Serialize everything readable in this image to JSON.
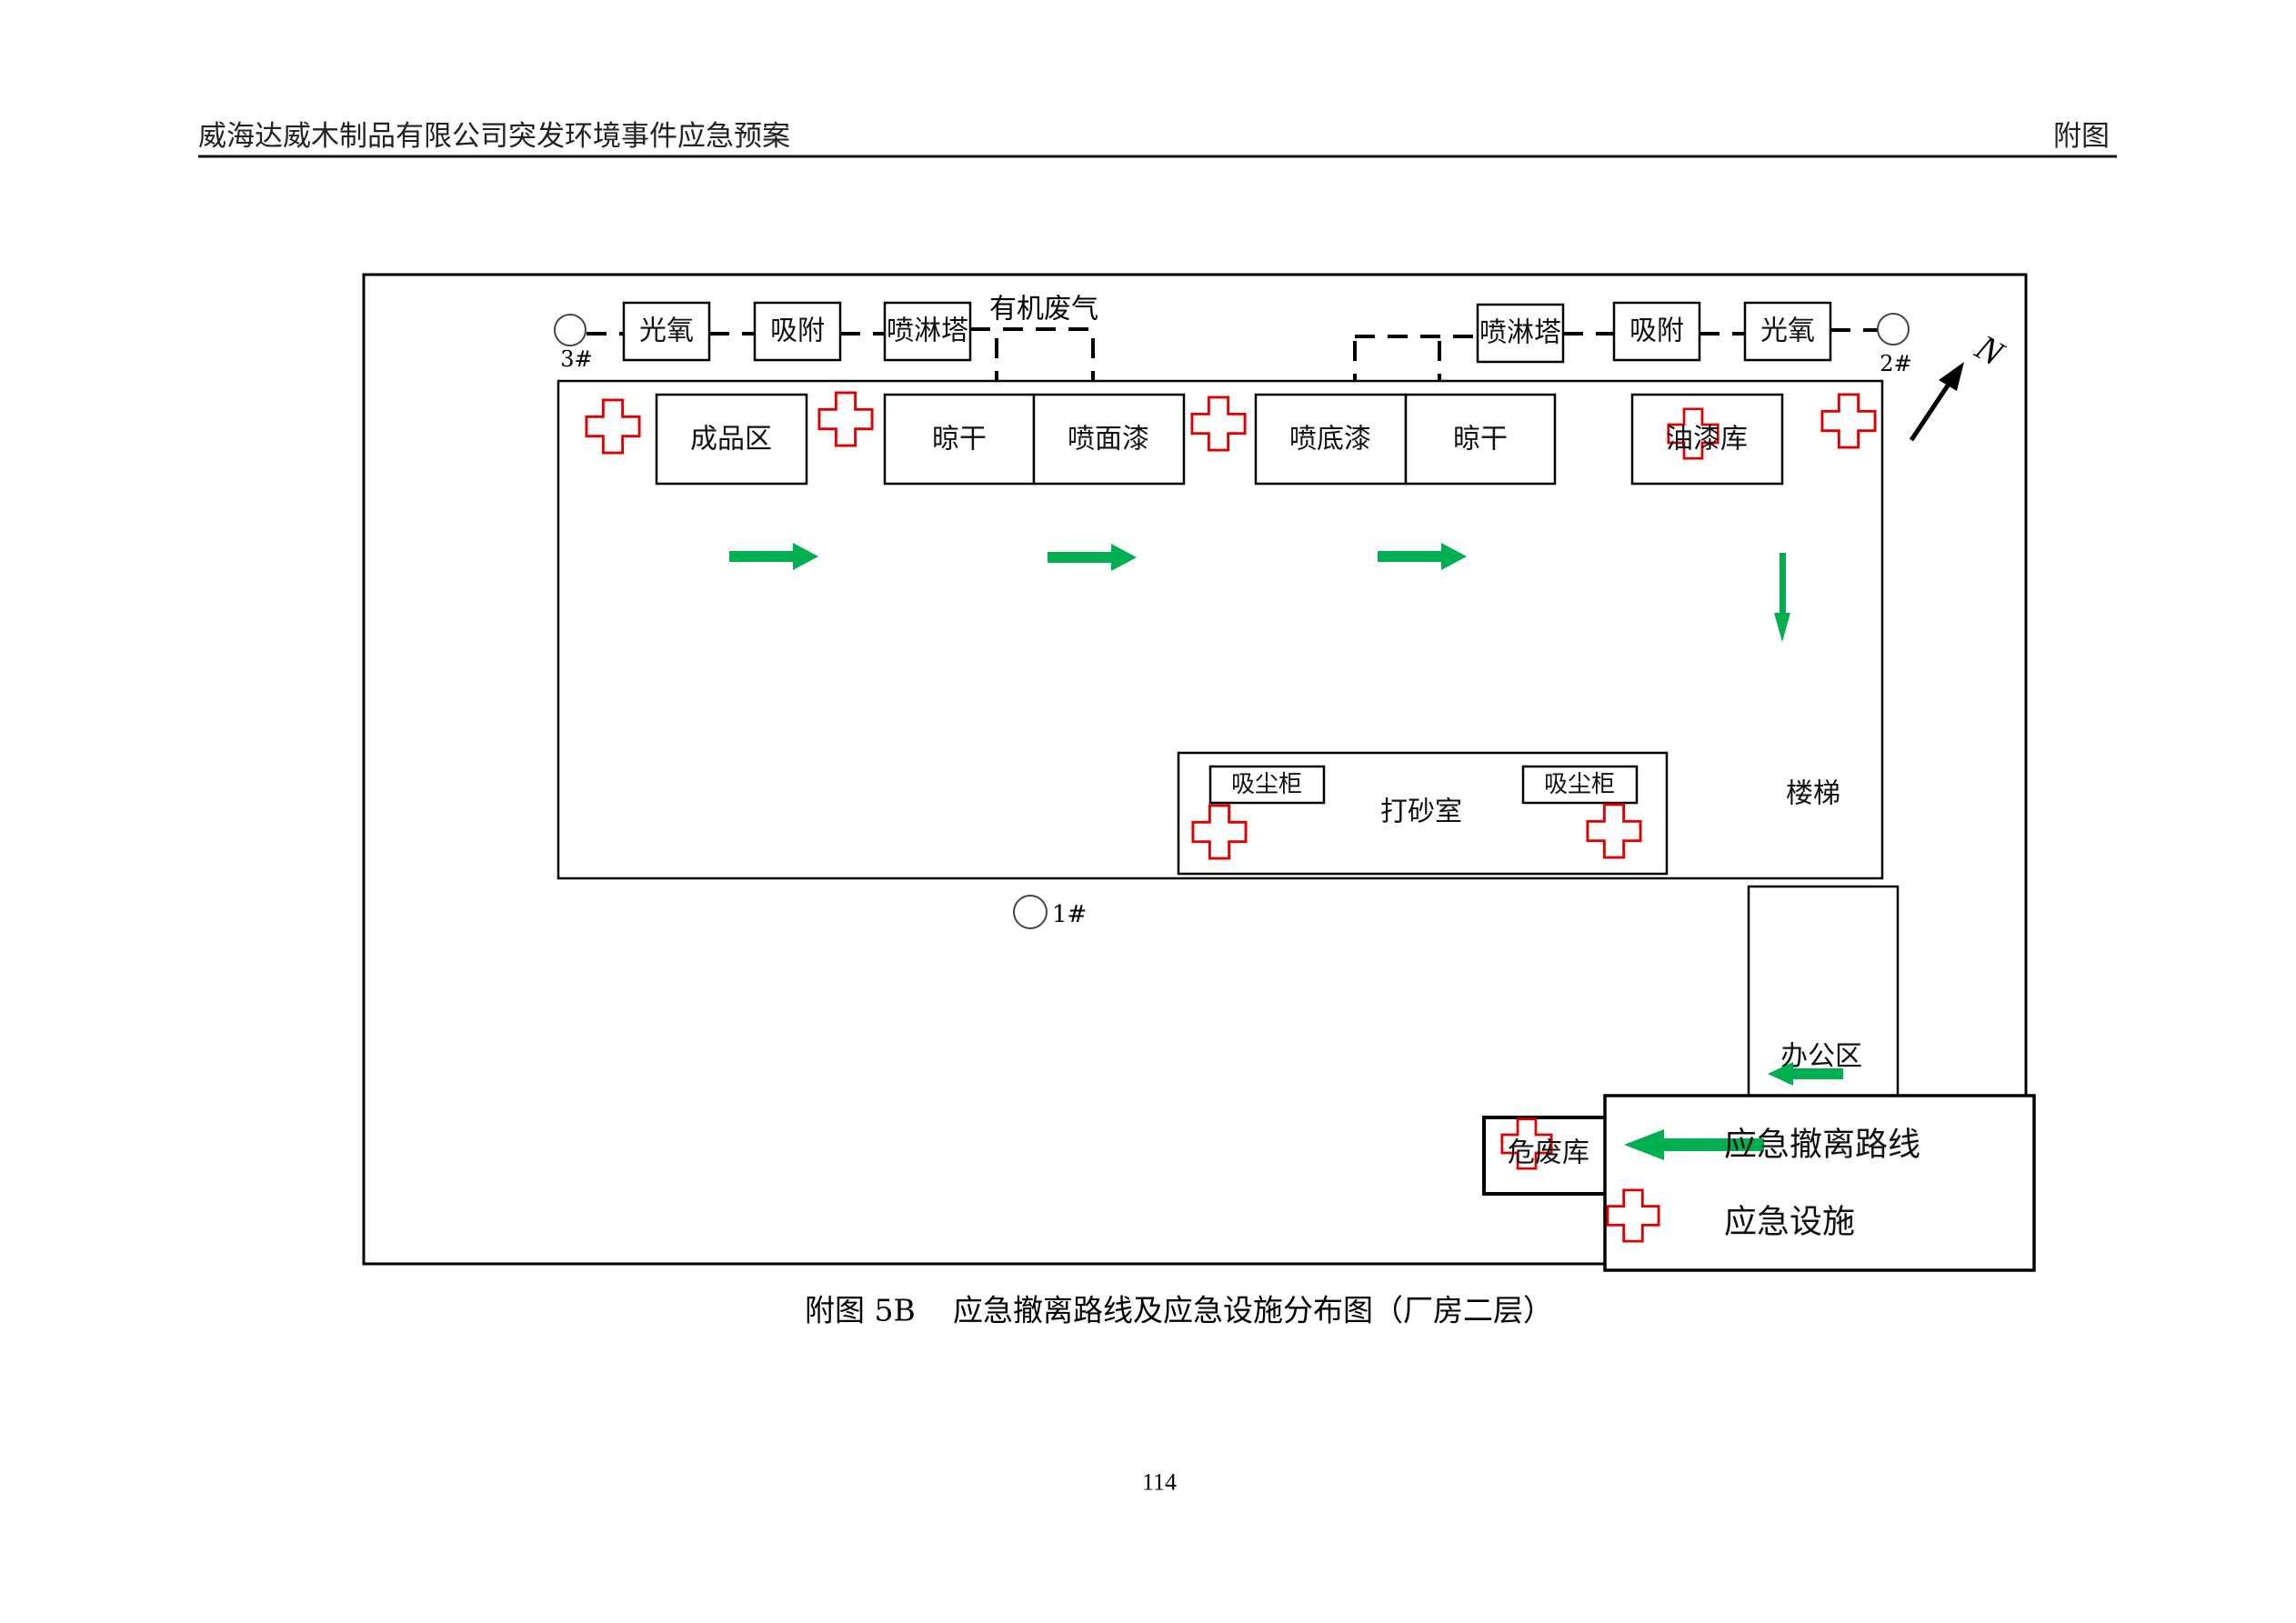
{
  "header": {
    "title": "威海达威木制品有限公司突发环境事件应急预案",
    "section": "附图"
  },
  "diagram": {
    "outlets": [
      {
        "id": "outlet-3",
        "label": "3#"
      },
      {
        "id": "outlet-2",
        "label": "2#"
      },
      {
        "id": "outlet-1",
        "label": "1#"
      }
    ],
    "treatment_left": [
      "光氧",
      "吸附",
      "喷淋塔"
    ],
    "treatment_right": [
      "喷淋塔",
      "吸附",
      "光氧"
    ],
    "exhaust_label": "有机废气",
    "rooms": {
      "finished_goods": "成品区",
      "drying_1": "晾干",
      "topcoat": "喷面漆",
      "primer": "喷底漆",
      "drying_2": "晾干",
      "paint_store": "油漆库",
      "sanding_room": "打砂室",
      "dust_cabinet_1": "吸尘柜",
      "dust_cabinet_2": "吸尘柜",
      "stairs": "楼梯",
      "office": "办公区",
      "hazardous_waste": "危废库"
    },
    "north_label": "N",
    "colors": {
      "route": "#00b050",
      "facility": "#e00000",
      "line": "#000000"
    }
  },
  "legend": {
    "route_label": "应急撤离路线",
    "facility_label": "应急设施"
  },
  "caption": {
    "figure_no": "附图 5B",
    "title": "应急撤离路线及应急设施分布图（厂房二层）"
  },
  "page_number": "114"
}
